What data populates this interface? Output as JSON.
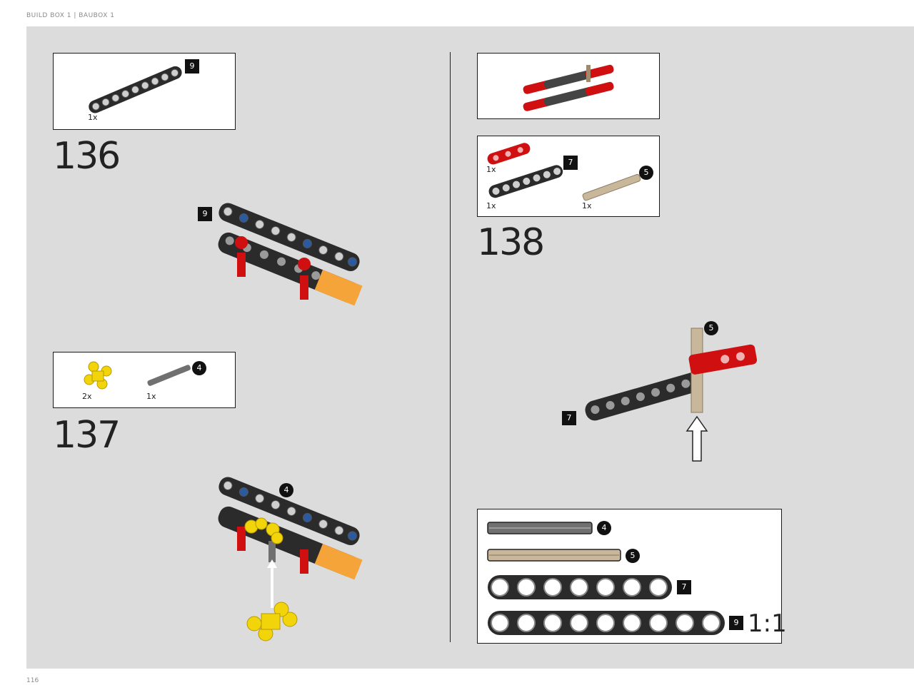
{
  "header": {
    "text": "BUILD BOX 1 | BAUBOX 1"
  },
  "footer": {
    "page_number": "116"
  },
  "steps": {
    "s136": {
      "number": "136",
      "parts_qty": "1x",
      "parts_id": "9",
      "model_callout": "9"
    },
    "s137": {
      "number": "137",
      "qty_cross": "2x",
      "qty_axle": "1x",
      "axle_id": "4",
      "model_callout": "4"
    },
    "s138": {
      "number": "138",
      "qty_red": "1x",
      "qty_beam": "1x",
      "qty_axle": "1x",
      "beam_id": "7",
      "axle_id": "5",
      "callout_axle": "5",
      "callout_beam": "7"
    }
  },
  "legend": {
    "items": [
      {
        "id": "4",
        "name": "axle-4",
        "shape": "circle"
      },
      {
        "id": "5",
        "name": "axle-5",
        "shape": "circle"
      },
      {
        "id": "7",
        "name": "beam-7",
        "shape": "square"
      },
      {
        "id": "9",
        "name": "beam-9",
        "shape": "square"
      }
    ],
    "scale": "1:1"
  },
  "colors": {
    "panel": "#dcdcdc",
    "beam": "#2b2b2b",
    "red": "#d01010",
    "yellow": "#f2d40a",
    "orange": "#f5a43a",
    "axle_gray": "#707070",
    "axle_tan": "#c8b79a"
  }
}
